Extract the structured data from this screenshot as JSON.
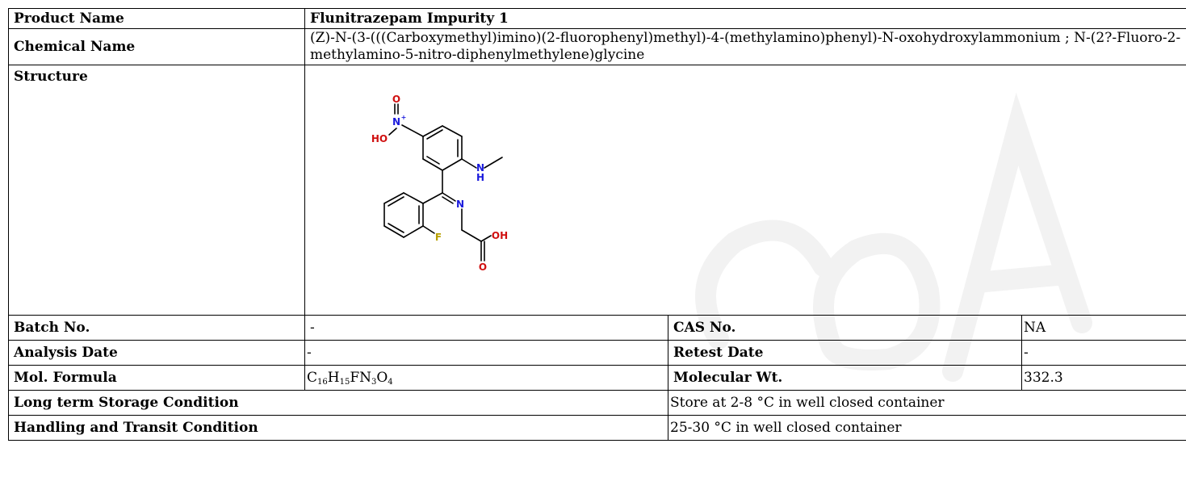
{
  "rows": {
    "product_name": {
      "label": "Product Name",
      "value": "Flunitrazepam Impurity 1"
    },
    "chemical_name": {
      "label": "Chemical Name",
      "value": "(Z)-N-(3-(((Carboxymethyl)imino)(2-fluorophenyl)methyl)-4-(methylamino)phenyl)-N-oxohydroxylammonium ; N-(2?-Fluoro-2-methylamino-5-nitro-diphenylmethylene)glycine"
    },
    "structure": {
      "label": "Structure",
      "atoms": {
        "o_top": "O",
        "n_plus": "N",
        "plus": "+",
        "ho": "HO",
        "n_amine": "N",
        "h_amine": "H",
        "n_imine": "N",
        "oh": "OH",
        "f": "F",
        "o_bottom": "O"
      }
    },
    "batch_no": {
      "label": "Batch No.",
      "value": "-"
    },
    "cas_no": {
      "label": "CAS No.",
      "value": "NA"
    },
    "analysis_date": {
      "label": "Analysis Date",
      "value": "-"
    },
    "retest_date": {
      "label": "Retest Date",
      "value": "-"
    },
    "mol_formula": {
      "label": "Mol. Formula",
      "parts": [
        {
          "t": "C",
          "s": "16"
        },
        {
          "t": "H",
          "s": "15"
        },
        {
          "t": "FN",
          "s": "3"
        },
        {
          "t": "O",
          "s": "4"
        }
      ]
    },
    "molecular_wt": {
      "label": "Molecular Wt.",
      "value": "332.3"
    },
    "storage": {
      "label": "Long term Storage Condition",
      "value": "Store at 2-8 °C in well closed container"
    },
    "transit": {
      "label": "Handling and Transit Condition",
      "value": "25-30 °C in well closed container"
    }
  },
  "colors": {
    "nitrogen": "#1a1adc",
    "oxygen": "#d01010",
    "fluorine": "#b8a000",
    "watermark": "#f4f4f4"
  }
}
